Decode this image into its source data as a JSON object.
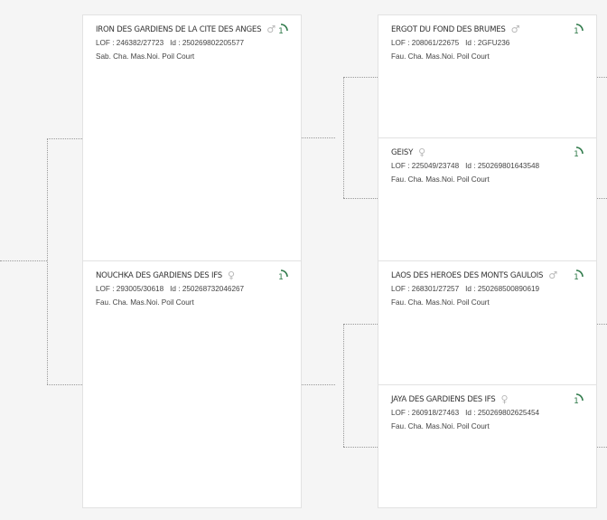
{
  "accent_color": "#2f7a4a",
  "cards": [
    {
      "name": "IRON DES GARDIENS DE LA CITE DES ANGES",
      "sex": "♂",
      "sex_icon": "male-icon",
      "lof_label": "LOF :",
      "lof": "246382/27723",
      "id_label": "Id :",
      "id": "250269802205577",
      "desc": "Sab. Cha. Mas.Noi. Poil Court",
      "generation": "1"
    },
    {
      "name": "NOUCHKA DES GARDIENS DES IFS",
      "sex": "♀",
      "sex_icon": "female-icon",
      "lof_label": "LOF :",
      "lof": "293005/30618",
      "id_label": "Id :",
      "id": "250268732046267",
      "desc": "Fau. Cha. Mas.Noi. Poil Court",
      "generation": "1"
    },
    {
      "name": "ERGOT DU FOND DES BRUMES",
      "sex": "♂",
      "sex_icon": "male-icon",
      "lof_label": "LOF :",
      "lof": "208061/22675",
      "id_label": "Id :",
      "id": "2GFU236",
      "desc": "Fau. Cha. Mas.Noi. Poil Court",
      "generation": "1"
    },
    {
      "name": "GEISY",
      "sex": "♀",
      "sex_icon": "female-icon",
      "lof_label": "LOF :",
      "lof": "225049/23748",
      "id_label": "Id :",
      "id": "250269801643548",
      "desc": "Fau. Cha. Mas.Noi. Poil Court",
      "generation": "1"
    },
    {
      "name": "LAOS DES HEROES DES MONTS GAULOIS",
      "sex": "♂",
      "sex_icon": "male-icon",
      "lof_label": "LOF :",
      "lof": "268301/27257",
      "id_label": "Id :",
      "id": "250268500890619",
      "desc": "Fau. Cha. Mas.Noi. Poil Court",
      "generation": "1"
    },
    {
      "name": "JAYA DES GARDIENS DES IFS",
      "sex": "♀",
      "sex_icon": "female-icon",
      "lof_label": "LOF :",
      "lof": "260918/27463",
      "id_label": "Id :",
      "id": "250269802625454",
      "desc": "Fau. Cha. Mas.Noi. Poil Court",
      "generation": "1"
    }
  ]
}
